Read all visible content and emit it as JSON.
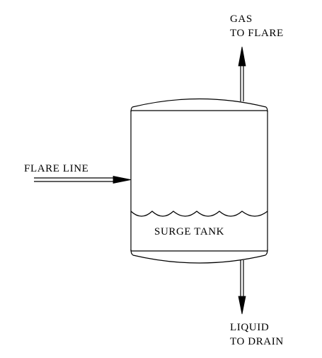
{
  "diagram": {
    "vessel_label": "SURGE TANK",
    "inlet_label": "FLARE LINE",
    "gas_outlet": {
      "line1": "GAS",
      "line2": "TO FLARE"
    },
    "liquid_outlet": {
      "line1": "LIQUID",
      "line2": "TO DRAIN"
    },
    "colors": {
      "stroke": "#000000",
      "background": "#ffffff"
    }
  }
}
